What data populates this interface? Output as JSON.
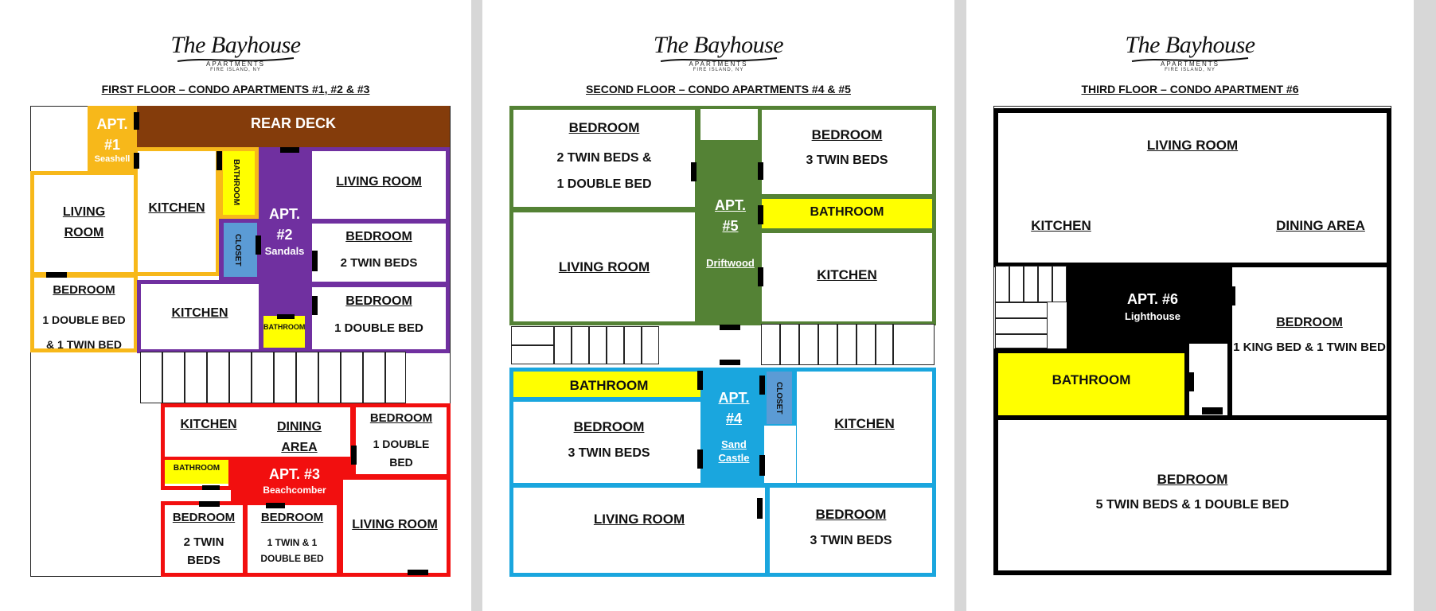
{
  "logo": {
    "title": "The Bayhouse",
    "sub": "APARTMENTS",
    "sub2": "FIRE ISLAND, NY"
  },
  "colors": {
    "apt1": "#f7b81a",
    "apt2": "#7030a0",
    "apt3": "#f20f0f",
    "apt4": "#1aa6de",
    "apt5": "#548235",
    "apt6": "#000000",
    "deck": "#843c0b",
    "bathroom": "#ffff00",
    "closet": "#5b9bd5"
  },
  "first_floor": {
    "title": "FIRST FLOOR – CONDO APARTMENTS #1, #2 & #3",
    "rear_deck": "REAR DECK",
    "apt1": {
      "label1": "APT.",
      "label2": "#1",
      "name": "Seashell",
      "living_room1": "LIVING",
      "living_room2": "ROOM",
      "kitchen": "KITCHEN",
      "bedroom": "BEDROOM",
      "bed1": "1 DOUBLE BED",
      "bed2": "& 1 TWIN BED"
    },
    "apt2": {
      "label1": "APT.",
      "label2": "#2",
      "name": "Sandals",
      "bathroom_v": "BATHROOM",
      "closet": "CLOSET",
      "kitchen": "KITCHEN",
      "bathroom": "BATHROOM",
      "living_room": "LIVING ROOM",
      "bedroom_a": "BEDROOM",
      "bedroom_a_beds": "2 TWIN BEDS",
      "bedroom_b": "BEDROOM",
      "bedroom_b_beds": "1 DOUBLE BED"
    },
    "apt3": {
      "label": "APT. #3",
      "name": "Beachcomber",
      "kitchen": "KITCHEN",
      "dining1": "DINING",
      "dining2": "AREA",
      "bathroom": "BATHROOM",
      "bedroom_a": "BEDROOM",
      "bedroom_a_beds1": "1 DOUBLE",
      "bedroom_a_beds2": "BED",
      "bedroom_b": "BEDROOM",
      "bedroom_b_beds1": "2 TWIN",
      "bedroom_b_beds2": "BEDS",
      "bedroom_c": "BEDROOM",
      "bedroom_c_beds1": "1 TWIN & 1",
      "bedroom_c_beds2": "DOUBLE BED",
      "living_room": "LIVING ROOM"
    }
  },
  "second_floor": {
    "title": "SECOND FLOOR – CONDO APARTMENTS #4 & #5",
    "apt5": {
      "label1": "APT.",
      "label2": "#5",
      "name": "Driftwood",
      "bedroom_a": "BEDROOM",
      "bedroom_a_beds1": "2 TWIN BEDS &",
      "bedroom_a_beds2": "1 DOUBLE BED",
      "living_room": "LIVING ROOM",
      "bedroom_b": "BEDROOM",
      "bedroom_b_beds": "3 TWIN BEDS",
      "bathroom": "BATHROOM",
      "kitchen": "KITCHEN"
    },
    "apt4": {
      "label1": "APT.",
      "label2": "#4",
      "name1": "Sand",
      "name2": "Castle",
      "bathroom": "BATHROOM",
      "closet": "CLOSET",
      "bedroom_a": "BEDROOM",
      "bedroom_a_beds": "3 TWIN BEDS",
      "kitchen": "KITCHEN",
      "living_room": "LIVING ROOM",
      "bedroom_b": "BEDROOM",
      "bedroom_b_beds": "3 TWIN BEDS"
    }
  },
  "third_floor": {
    "title": "THIRD FLOOR – CONDO APARTMENT #6",
    "apt6": {
      "label": "APT. #6",
      "name": "Lighthouse",
      "living_room": "LIVING ROOM",
      "kitchen": "KITCHEN",
      "dining": "DINING AREA",
      "bedroom_a": "BEDROOM",
      "bedroom_a_beds": "1 KING BED & 1 TWIN BED",
      "bathroom": "BATHROOM",
      "bedroom_b": "BEDROOM",
      "bedroom_b_beds": "5 TWIN BEDS & 1 DOUBLE BED"
    }
  }
}
